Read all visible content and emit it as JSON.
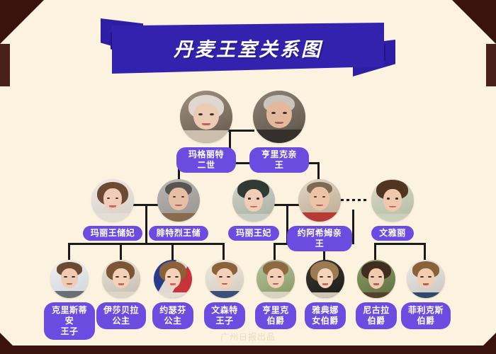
{
  "meta": {
    "background_color": "#fbf3e0",
    "accent_color": "#3322ad",
    "badge_color": "#6c4ce0",
    "corner_color": "#3a120e"
  },
  "title": {
    "text": "丹麦王室关系图"
  },
  "footer": {
    "credit": "广州日报出品"
  },
  "generations": [
    {
      "level": 1,
      "people": [
        {
          "name": "玛格丽特二世",
          "lines": [
            "玛格丽特二世"
          ],
          "role": "queen"
        },
        {
          "name": "亨里克亲王",
          "lines": [
            "亨里克亲王"
          ],
          "role": "prince-consort"
        }
      ]
    },
    {
      "level": 2,
      "people": [
        {
          "name": "玛丽王储妃",
          "lines": [
            "玛丽王储妃"
          ],
          "role": "crown-princess"
        },
        {
          "name": "腓特烈王储",
          "lines": [
            "腓特烈王储"
          ],
          "role": "crown-prince"
        },
        {
          "name": "玛丽王妃",
          "lines": [
            "玛丽王妃"
          ],
          "role": "princess"
        },
        {
          "name": "约阿希姆亲王",
          "lines": [
            "约阿希姆亲王"
          ],
          "role": "prince"
        },
        {
          "name": "文雅丽",
          "lines": [
            "文雅丽"
          ],
          "role": "former-wife"
        }
      ]
    },
    {
      "level": 3,
      "people": [
        {
          "name": "克里斯蒂安王子",
          "lines": [
            "克里斯蒂安",
            "王子"
          ],
          "role": "prince"
        },
        {
          "name": "伊莎贝拉公主",
          "lines": [
            "伊莎贝拉",
            "公主"
          ],
          "role": "princess"
        },
        {
          "name": "约瑟芬公主",
          "lines": [
            "约瑟芬",
            "公主"
          ],
          "role": "princess"
        },
        {
          "name": "文森特王子",
          "lines": [
            "文森特",
            "王子"
          ],
          "role": "prince"
        },
        {
          "name": "亨里克伯爵",
          "lines": [
            "亨里克",
            "伯爵"
          ],
          "role": "count"
        },
        {
          "name": "雅典娜女伯爵",
          "lines": [
            "雅典娜",
            "女伯爵"
          ],
          "role": "countess"
        },
        {
          "name": "尼古拉伯爵",
          "lines": [
            "尼古拉",
            "伯爵"
          ],
          "role": "count"
        },
        {
          "name": "菲利克斯伯爵",
          "lines": [
            "菲利克斯",
            "伯爵"
          ],
          "role": "count"
        }
      ]
    }
  ]
}
